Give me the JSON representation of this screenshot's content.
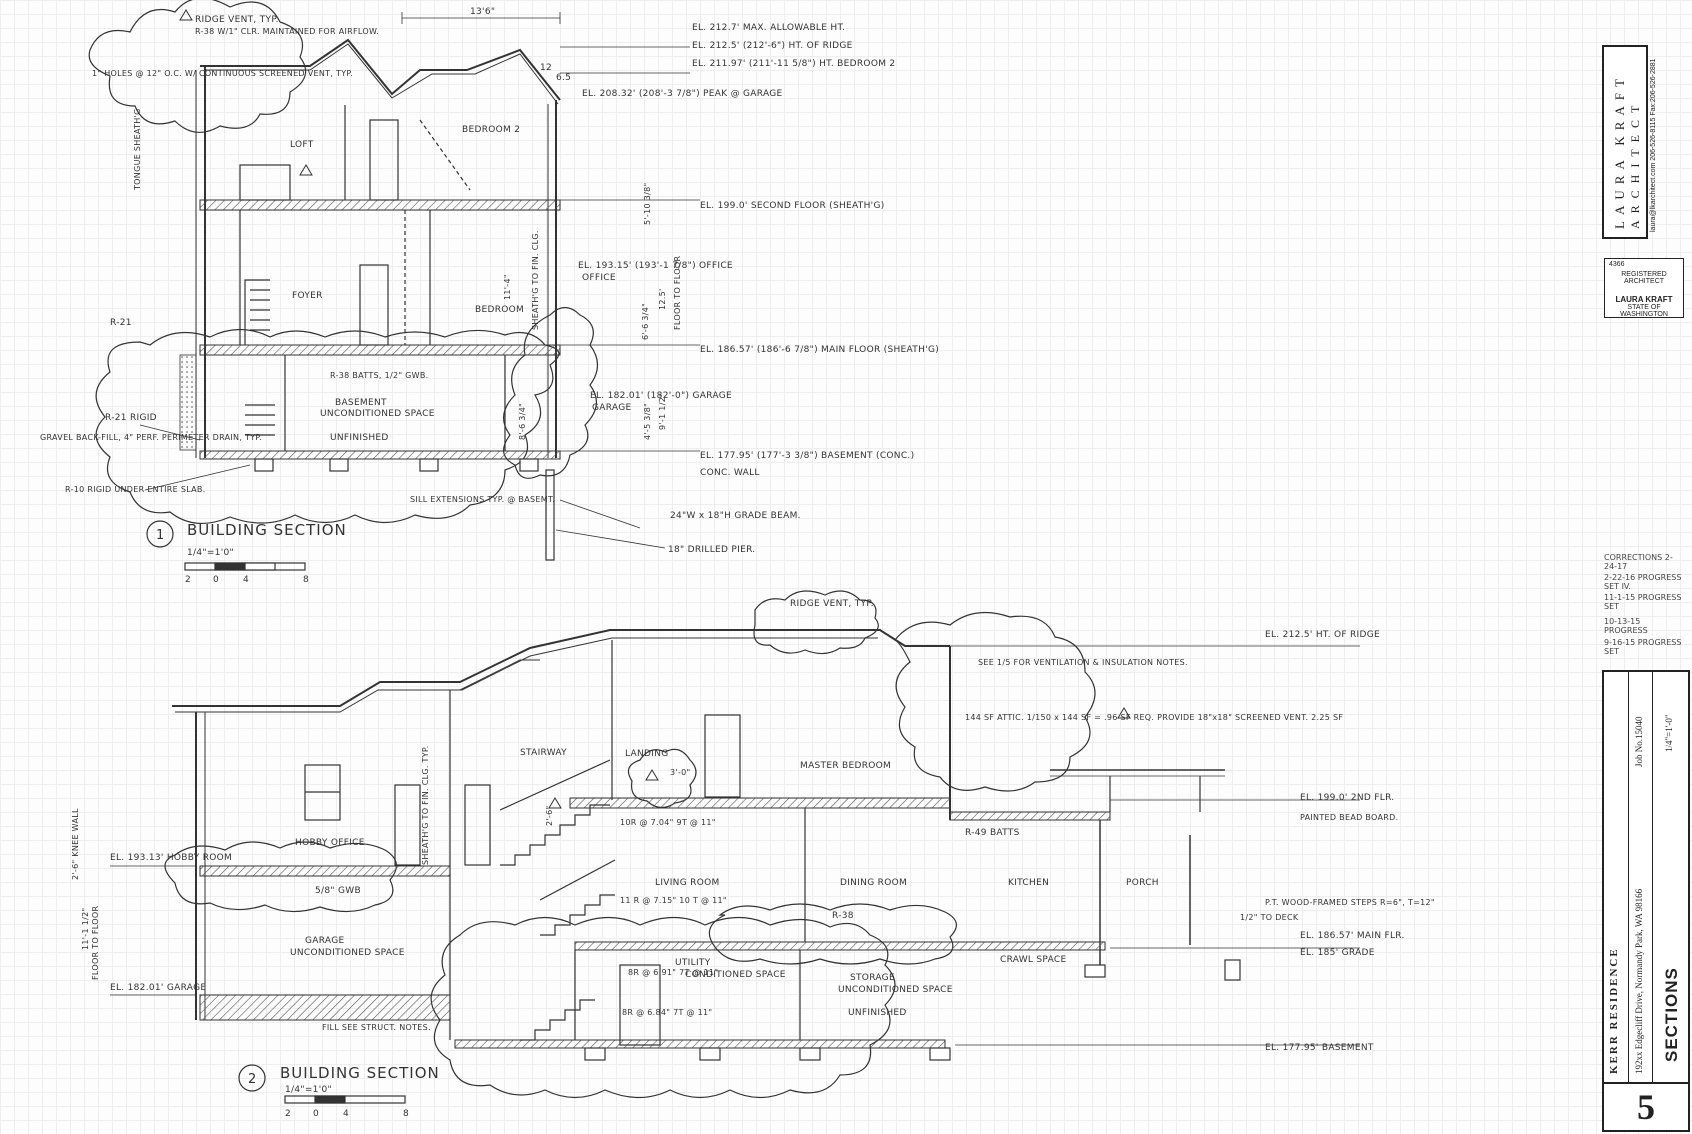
{
  "section1": {
    "number": "1",
    "title": "BUILDING SECTION",
    "scale": "1/4\"=1'0\"",
    "scale_bar": [
      "2",
      "0",
      "4",
      "8"
    ],
    "dimension_top": "13'6\"",
    "pitch": [
      "12",
      "6.5"
    ],
    "rooms": [
      "LOFT",
      "BEDROOM 2",
      "FOYER",
      "BEDROOM",
      "OFFICE",
      "BASEMENT",
      "UNCONDITIONED SPACE",
      "UNFINISHED",
      "GARAGE"
    ],
    "elevations": {
      "max_height": "EL. 212.7' MAX. ALLOWABLE HT.",
      "ridge": "EL. 212.5' (212'-6\") HT. OF RIDGE",
      "bedroom2": "EL. 211.97' (211'-11 5/8\") HT. BEDROOM 2",
      "peak_garage": "EL. 208.32' (208'-3 7/8\") PEAK @ GARAGE",
      "second_floor": "EL. 199.0' SECOND FLOOR (SHEATH'G)",
      "office": "EL. 193.15' (193'-1 7/8\") OFFICE",
      "main_floor": "EL. 186.57' (186'-6 7/8\") MAIN FLOOR (SHEATH'G)",
      "garage": "EL. 182.01' (182'-0\") GARAGE",
      "basement": "EL. 177.95' (177'-3 3/8\") BASEMENT (CONC.)"
    },
    "notes": [
      "RIDGE VENT, TYP.",
      "R-38 W/1\" CLR. MAINTAINED FOR AIRFLOW.",
      "1\" HOLES @ 12\" O.C. W/ CONTINUOUS SCREENED VENT, TYP.",
      "TONGUE SHEATH'G",
      "R-21",
      "R-38 BATTS, 1/2\" GWB.",
      "R-21 RIGID",
      "GRAVEL BACK-FILL, 4\" PERF. PERIMETER DRAIN, TYP.",
      "R-10 RIGID UNDER ENTIRE SLAB.",
      "SILL EXTENSIONS TYP. @ BASEMT.",
      "CONC. WALL",
      "24\"W x 18\"H GRADE BEAM.",
      "18\" DRILLED PIER."
    ],
    "heights": [
      "5'-10 3/8\"",
      "12.5'",
      "6'-6 3/4\"",
      "11'-4\"",
      "8'-6 3/4\"",
      "9'-1 1/2\"",
      "4'-5 3/8\""
    ],
    "floor_to_floor": "FLOOR TO FLOOR",
    "sheath_to_ceiling": "SHEATH'G TO FIN. CLG."
  },
  "section2": {
    "number": "2",
    "title": "BUILDING SECTION",
    "scale": "1/4\"=1'0\"",
    "scale_bar": [
      "2",
      "0",
      "4",
      "8"
    ],
    "rooms": [
      "STAIRWAY",
      "LANDING",
      "MASTER BEDROOM",
      "HOBBY OFFICE",
      "LIVING ROOM",
      "DINING ROOM",
      "KITCHEN",
      "PORCH",
      "GARAGE",
      "UNCONDITIONED SPACE",
      "UTILITY",
      "CONDITIONED SPACE",
      "STORAGE",
      "UNCONDITIONED SPACE",
      "UNFINISHED",
      "CRAWL SPACE"
    ],
    "elevations": {
      "ridge": "EL. 212.5' HT. OF RIDGE",
      "second": "EL. 199.0' 2ND FLR.",
      "hobby": "EL. 193.13' HOBBY ROOM",
      "main": "EL. 186.57' MAIN FLR.",
      "grade": "EL. 185' GRADE",
      "garage": "EL. 182.01' GARAGE",
      "basement": "EL. 177.95' BASEMENT"
    },
    "notes": [
      "RIDGE VENT, TYP.",
      "SEE 1/5 FOR VENTILATION & INSULATION NOTES.",
      "144 SF ATTIC. 1/150 x 144 SF = .96 SF REQ. PROVIDE 18\"x18\" SCREENED VENT. 2.25 SF",
      "R-49 BATTS",
      "PAINTED BEAD BOARD.",
      "P.T. WOOD-FRAMED STEPS R=6\", T=12\"",
      "1/2\" TO DECK",
      "R-38",
      "5/8\" GWB",
      "FILL SEE STRUCT. NOTES.",
      "2'-6\" KNEE WALL",
      "SHEATH'G TO FIN. CLG. TYP."
    ],
    "stairs": [
      "10R @ 7.04\" 9T @ 11\"",
      "11 R @ 7.15\" 10 T @ 11\"",
      "8R @ 6.91\" 7T @ 11\"",
      "8R @ 6.84\" 7T @ 11\""
    ],
    "heights": [
      "11'-1 1/2\"",
      "2'-6\"",
      "3'-0\""
    ],
    "floor_to_floor": "FLOOR TO FLOOR"
  },
  "title_block": {
    "architect": "LAURA KRAFT",
    "firm_sub": "ARCHITECT",
    "contact": "laura@lkarchitect.com   206-526-8115   Fax:206-526-2881",
    "stamp": {
      "number": "4366",
      "line1": "REGISTERED ARCHITECT",
      "line2": "LAURA KRAFT",
      "line3": "STATE OF WASHINGTON"
    },
    "revisions": [
      "CORRECTIONS 2-24-17",
      "2-22-16 PROGRESS SET IV.",
      "11-1-15 PROGRESS SET",
      "10-13-15 PROGRESS",
      "9-16-15 PROGRESS SET"
    ],
    "project": "KERR RESIDENCE",
    "address": "192xx Edgecliff Drive, Normandy Park, WA 98166",
    "job": "Job No.15040",
    "scale": "1/4\"=1'-0\"",
    "sheet_title": "SECTIONS",
    "sheet_number": "5"
  }
}
